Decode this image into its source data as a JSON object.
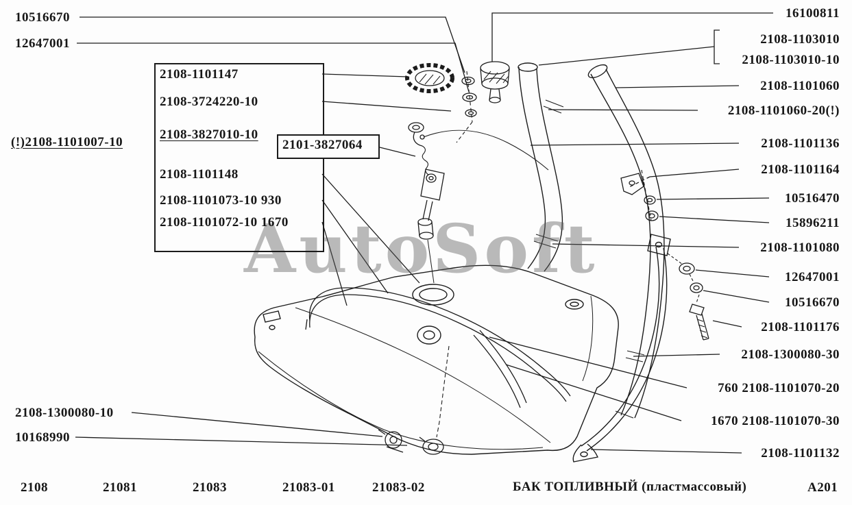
{
  "watermark": "AutoSoft",
  "footer": {
    "models": [
      "2108",
      "21081",
      "21083",
      "21083-01",
      "21083-02"
    ],
    "title": "БАК ТОПЛИВНЫЙ (пластмассовый)",
    "page_code": "А201"
  },
  "labels": {
    "left": [
      {
        "text": "10516670"
      },
      {
        "text": "12647001"
      },
      {
        "text": "(!)2108-1101007-10"
      },
      {
        "text": "2108-1300080-10"
      },
      {
        "text": "10168990"
      }
    ],
    "box": [
      {
        "text": "2108-1101147"
      },
      {
        "text": "2108-3724220-10"
      },
      {
        "text": "2108-3827010-10"
      },
      {
        "text": "2108-1101148"
      },
      {
        "text": "2108-1101073-10 930"
      },
      {
        "text": "2108-1101072-10 1670"
      }
    ],
    "callout": {
      "text": "2101-3827064"
    },
    "right": [
      {
        "text": "16100811"
      },
      {
        "text": "2108-1103010"
      },
      {
        "text": "2108-1103010-10"
      },
      {
        "text": "2108-1101060"
      },
      {
        "text": "2108-1101060-20(!)"
      },
      {
        "text": "2108-1101136"
      },
      {
        "text": "2108-1101164"
      },
      {
        "text": "10516470"
      },
      {
        "text": "15896211"
      },
      {
        "text": "2108-1101080"
      },
      {
        "text": "12647001"
      },
      {
        "text": "10516670"
      },
      {
        "text": "2108-1101176"
      },
      {
        "text": "2108-1300080-30"
      },
      {
        "text": "760 2108-1101070-20"
      },
      {
        "text": "1670 2108-1101070-30"
      },
      {
        "text": "2108-1101132"
      }
    ]
  }
}
